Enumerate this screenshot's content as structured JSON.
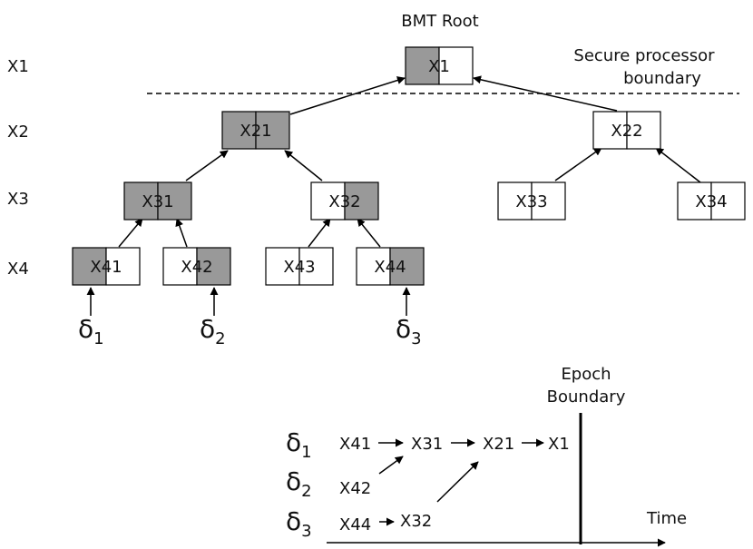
{
  "root_title": "BMT Root",
  "boundary_label": [
    "Secure processor",
    "boundary"
  ],
  "colors": {
    "shade": "#999999",
    "line": "#000000",
    "fill": "#ffffff"
  },
  "levels": [
    "X1",
    "X2",
    "X3",
    "X4"
  ],
  "nodes": [
    {
      "id": "x1",
      "label": "X1",
      "shade": "left"
    },
    {
      "id": "x21",
      "label": "X21",
      "shade": "both"
    },
    {
      "id": "x22",
      "label": "X22",
      "shade": "none"
    },
    {
      "id": "x31",
      "label": "X31",
      "shade": "both"
    },
    {
      "id": "x32",
      "label": "X32",
      "shade": "right"
    },
    {
      "id": "x33",
      "label": "X33",
      "shade": "none"
    },
    {
      "id": "x34",
      "label": "X34",
      "shade": "none"
    },
    {
      "id": "x41",
      "label": "X41",
      "shade": "left"
    },
    {
      "id": "x42",
      "label": "X42",
      "shade": "right"
    },
    {
      "id": "x43",
      "label": "X43",
      "shade": "none"
    },
    {
      "id": "x44",
      "label": "X44",
      "shade": "right"
    }
  ],
  "updates": [
    {
      "symbol": "δ",
      "sub": "1",
      "target": "x41"
    },
    {
      "symbol": "δ",
      "sub": "2",
      "target": "x42"
    },
    {
      "symbol": "δ",
      "sub": "3",
      "target": "x44"
    }
  ],
  "timeline": {
    "epoch_label": [
      "Epoch",
      "Boundary"
    ],
    "time_label": "Time",
    "rows": [
      {
        "symbol": "δ",
        "sub": "1"
      },
      {
        "symbol": "δ",
        "sub": "2"
      },
      {
        "symbol": "δ",
        "sub": "3"
      }
    ],
    "items": [
      "X41",
      "X31",
      "X21",
      "X1",
      "X42",
      "X44",
      "X32"
    ]
  }
}
